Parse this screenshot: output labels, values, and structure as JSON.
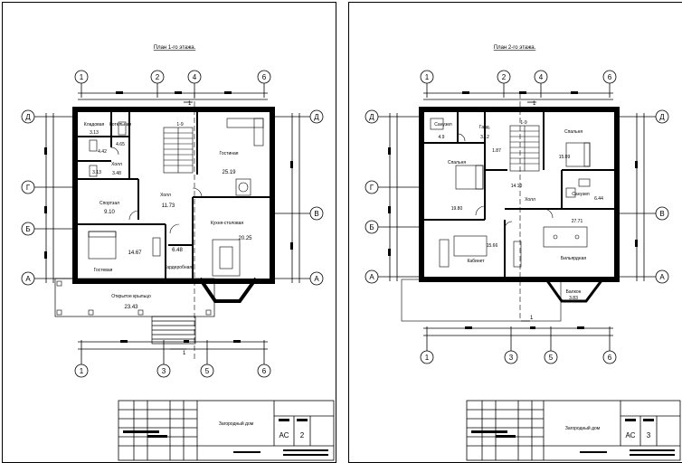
{
  "sheet1": {
    "title": "План 1-го этажа.",
    "axes_top": [
      "1",
      "2",
      "4",
      "6"
    ],
    "axes_bottom": [
      "1",
      "3",
      "5",
      "6"
    ],
    "axes_left": [
      "Д",
      "Г",
      "Б",
      "А"
    ],
    "axes_right": [
      "Д",
      "В",
      "А"
    ],
    "section_mark": "1",
    "rooms": [
      {
        "name": "Кладовая",
        "area": "3.13"
      },
      {
        "name": "Котельная",
        "area": "4.65"
      },
      {
        "name": "Холл",
        "area": "4.42"
      },
      {
        "name": "Холл",
        "area": "3.48"
      },
      {
        "name": "",
        "area": "3.13"
      },
      {
        "name": "Гостиная",
        "area": "25.19"
      },
      {
        "name": "Спортзал",
        "area": "9.10"
      },
      {
        "name": "Холл",
        "area": "11.73"
      },
      {
        "name": "Кухня-столовая",
        "area": "20.25"
      },
      {
        "name": "Гостевая",
        "area": "14.67"
      },
      {
        "name": "",
        "area": "6.48"
      },
      {
        "name": "Гардеробная",
        "area": ""
      },
      {
        "name": "Открытое крыльцо",
        "area": "23.43"
      }
    ],
    "stair_label": "1-9",
    "stamp": {
      "project": "Загородный дом",
      "code": "АС",
      "sheet": "2"
    }
  },
  "sheet2": {
    "title": "План 2-го этажа.",
    "axes_top": [
      "1",
      "2",
      "4",
      "6"
    ],
    "axes_bottom": [
      "1",
      "3",
      "5",
      "6"
    ],
    "axes_left": [
      "Д",
      "Г",
      "Б",
      "А"
    ],
    "axes_right": [
      "Д",
      "В",
      "А"
    ],
    "section_mark": "1",
    "rooms": [
      {
        "name": "Санузел",
        "area": "4.9"
      },
      {
        "name": "Гард.",
        "area": "3.12"
      },
      {
        "name": "Спальня",
        "area": "19.80"
      },
      {
        "name": "",
        "area": "1.87"
      },
      {
        "name": "Спальня",
        "area": "15.09"
      },
      {
        "name": "Санузел",
        "area": "6.44"
      },
      {
        "name": "Холл",
        "area": "14.10"
      },
      {
        "name": "Кабинет",
        "area": "15.66"
      },
      {
        "name": "Бильярдная",
        "area": "27.71"
      },
      {
        "name": "Балкон",
        "area": "3.83"
      }
    ],
    "stair_label": "1-9",
    "stamp": {
      "project": "Загородный дом",
      "code": "АС",
      "sheet": "3"
    }
  }
}
